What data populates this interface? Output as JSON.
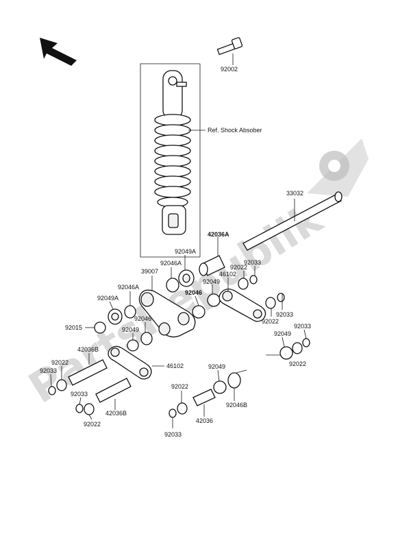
{
  "diagram": {
    "labels": {
      "l92002": "92002",
      "ref_shock": "Ref. Shock Absober",
      "l33032": "33032",
      "l42036A": "42036A",
      "l92049A_top": "92049A",
      "l92046A_top": "92046A",
      "l39007": "39007",
      "l92022_a": "92022",
      "l92033_a": "92033",
      "l46102_a": "46102",
      "l92046A_left": "92046A",
      "l92049_a": "92049",
      "l92049A_left": "92049A",
      "l92046_a": "92046",
      "l92046_b": "92046",
      "l92033_b": "92033",
      "l92015": "92015",
      "l92049_b": "92049",
      "l92022_b": "92022",
      "l92033_c": "92033",
      "l42036B_a": "42036B",
      "l92049_c": "92049",
      "l46102_b": "46102",
      "l92022_c": "92022",
      "l92022_d": "92022",
      "l92033_d": "92033",
      "l92049_d": "92049",
      "l92033_e": "92033",
      "l92022_e": "92022",
      "l42036B_b": "42036B",
      "l92022_f": "92022",
      "l42036": "42036",
      "l92046B": "92046B",
      "l92033_f": "92033"
    },
    "watermark": "PartsRepublik"
  }
}
